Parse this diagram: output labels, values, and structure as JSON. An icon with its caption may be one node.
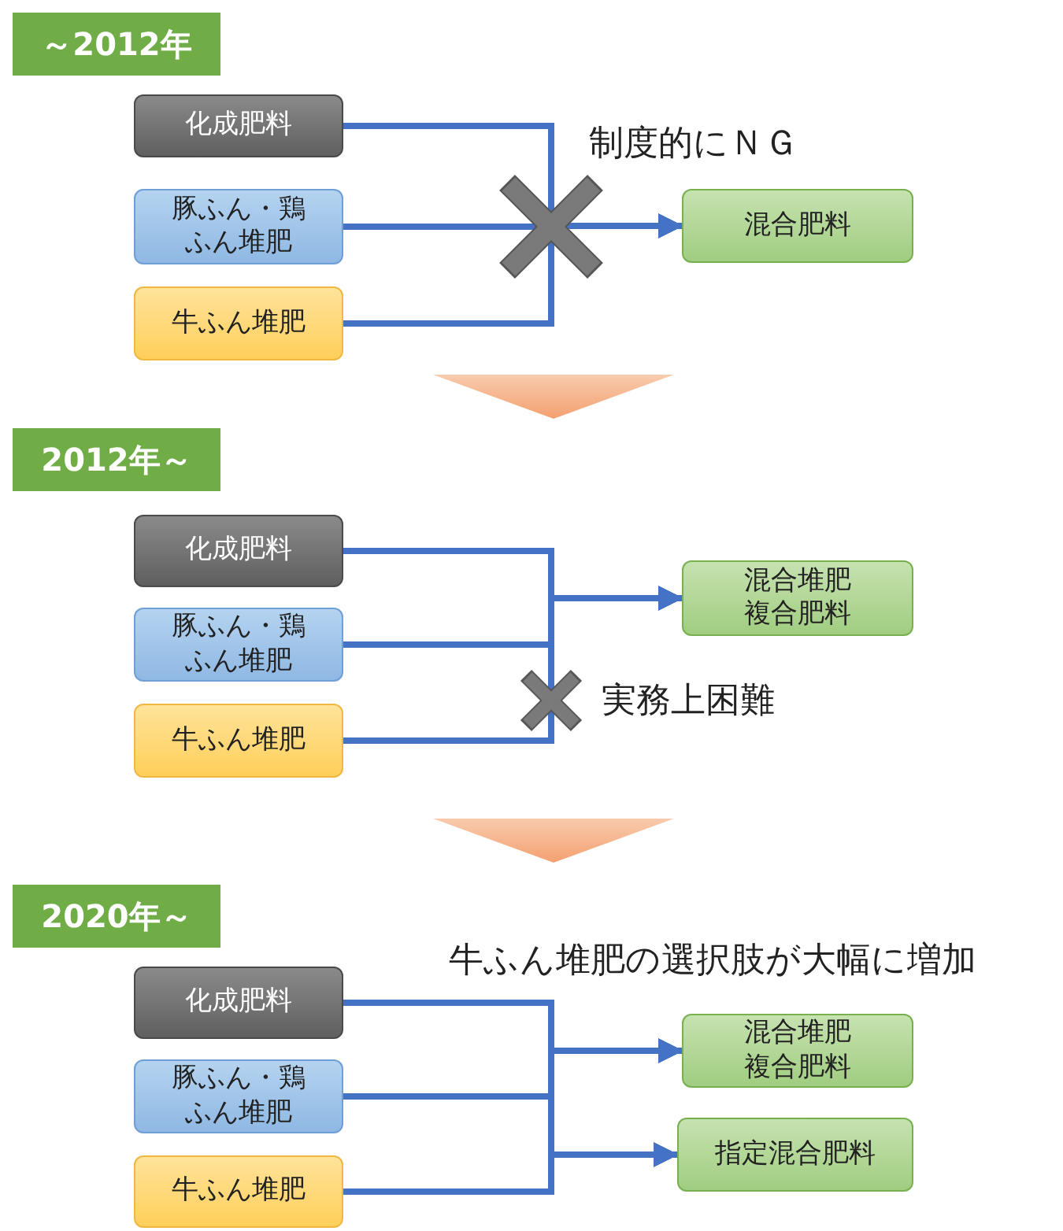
{
  "diagram": {
    "nodes": [
      {
        "text": [
          "～2012年"
        ]
      },
      {
        "text": [
          "化成肥料"
        ]
      },
      {
        "text": [
          "豚ふん・鶏ふん堆肥"
        ]
      },
      {
        "text": [
          "牛ふん堆肥"
        ]
      },
      {
        "text": [
          "混合肥料"
        ]
      },
      {
        "text": [],
        "shape": "triangle"
      },
      {
        "text": [
          "2012年～"
        ]
      },
      {
        "text": [
          "化成肥料"
        ]
      },
      {
        "text": [
          "豚ふん・鶏ふん堆肥"
        ]
      },
      {
        "text": [
          "牛ふん堆肥"
        ]
      },
      {
        "text": [
          "混合堆肥複合肥料"
        ]
      },
      {
        "text": [],
        "shape": "triangle"
      },
      {
        "text": [
          "2020年～"
        ]
      },
      {
        "text": [
          "化成肥料"
        ]
      },
      {
        "text": [
          "豚ふん・鶏ふん堆肥"
        ]
      },
      {
        "text": [
          "牛ふん堆肥"
        ]
      },
      {
        "text": [
          "混合堆肥複合肥料"
        ]
      },
      {
        "text": [
          "指定混合肥料"
        ]
      }
    ],
    "edges": [
      {
        "from": 1,
        "to": 4,
        "arrow": "to"
      },
      {
        "from": 2,
        "to": 4,
        "arrow": "to"
      },
      {
        "from": 3,
        "to": 4,
        "arrow": "to"
      },
      {
        "from": 7,
        "to": 10,
        "arrow": "to"
      },
      {
        "from": 8,
        "to": 10,
        "arrow": "to"
      },
      {
        "from": 9,
        "to": 10,
        "arrow": "to"
      },
      {
        "from": 13,
        "to": 16,
        "arrow": "to"
      },
      {
        "from": 14,
        "to": 16,
        "arrow": "to"
      },
      {
        "from": 15,
        "to": 16,
        "arrow": "to"
      },
      {
        "from": 13,
        "to": 17,
        "arrow": "to"
      },
      {
        "from": 14,
        "to": 17,
        "arrow": "to"
      },
      {
        "from": 15,
        "to": 17,
        "arrow": "to"
      }
    ],
    "labels": [
      "制度的にＮＧ",
      "実務上困難",
      "牛ふん堆肥の選択肢が大幅に増加"
    ]
  }
}
